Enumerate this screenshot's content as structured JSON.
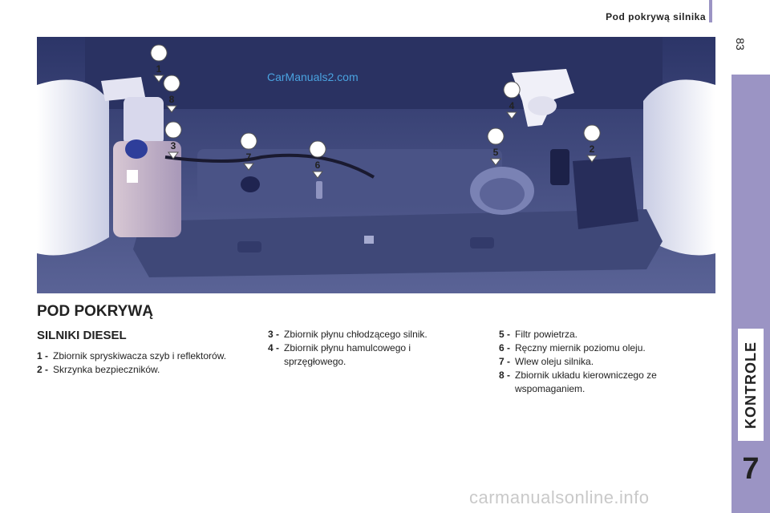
{
  "header": {
    "title": "Pod pokrywą silnika",
    "page_number": "83"
  },
  "side_tab": {
    "label": "KONTROLE",
    "chapter": "7",
    "color": "#9b94c4"
  },
  "figure": {
    "watermark": "CarManuals2.com",
    "callouts": [
      {
        "number": "1"
      },
      {
        "number": "8"
      },
      {
        "number": "3"
      },
      {
        "number": "7"
      },
      {
        "number": "6"
      },
      {
        "number": "5"
      },
      {
        "number": "4"
      },
      {
        "number": "2"
      }
    ]
  },
  "section": {
    "title": "POD POKRYWĄ",
    "subtitle": "SILNIKI DIESEL"
  },
  "legend": {
    "col1": [
      {
        "num": "1 -",
        "text": "Zbiornik spryskiwacza szyb i reflektorów."
      },
      {
        "num": "2 -",
        "text": "Skrzynka bezpieczników."
      }
    ],
    "col2": [
      {
        "num": "3 -",
        "text": "Zbiornik płynu chłodzącego silnik."
      },
      {
        "num": "4 -",
        "text": "Zbiornik płynu hamulcowego i sprzęgłowego."
      }
    ],
    "col3": [
      {
        "num": "5 -",
        "text": "Filtr powietrza."
      },
      {
        "num": "6 -",
        "text": "Ręczny miernik poziomu oleju."
      },
      {
        "num": "7 -",
        "text": "Wlew oleju silnika."
      },
      {
        "num": "8 -",
        "text": "Zbiornik układu kierowniczego ze wspomaganiem."
      }
    ]
  },
  "footer": {
    "watermark": "carmanualsonline.info"
  }
}
